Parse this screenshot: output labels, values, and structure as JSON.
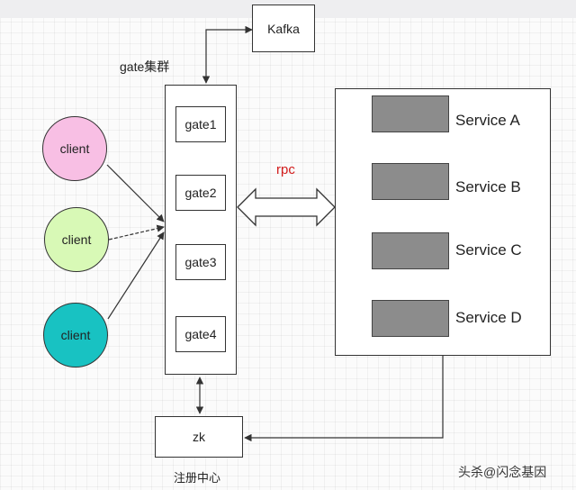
{
  "kafka": {
    "label": "Kafka"
  },
  "gate_cluster": {
    "title": "gate集群",
    "nodes": [
      "gate1",
      "gate2",
      "gate3",
      "gate4"
    ]
  },
  "clients": [
    {
      "label": "client",
      "color": "#f8bfe4"
    },
    {
      "label": "client",
      "color": "#d8f9b6"
    },
    {
      "label": "client",
      "color": "#18c2c2"
    }
  ],
  "rpc": {
    "label": "rpc",
    "color": "#d21b1b"
  },
  "services": [
    "Service A",
    "Service B",
    "Service C",
    "Service D"
  ],
  "registry": {
    "node_label": "zk",
    "caption": "注册中心"
  },
  "watermark": "头杀@闪念基因"
}
